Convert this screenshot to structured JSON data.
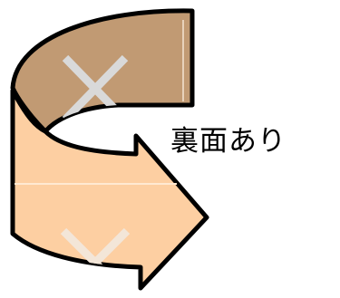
{
  "caption": "裏面あり",
  "colors": {
    "back_face": "#c19a73",
    "front_face": "#fdcfa2",
    "outline": "#000000",
    "mark": "#d9d9d9",
    "background": "#ffffff"
  },
  "marks": [
    "x-mark-back",
    "x-mark-front"
  ]
}
